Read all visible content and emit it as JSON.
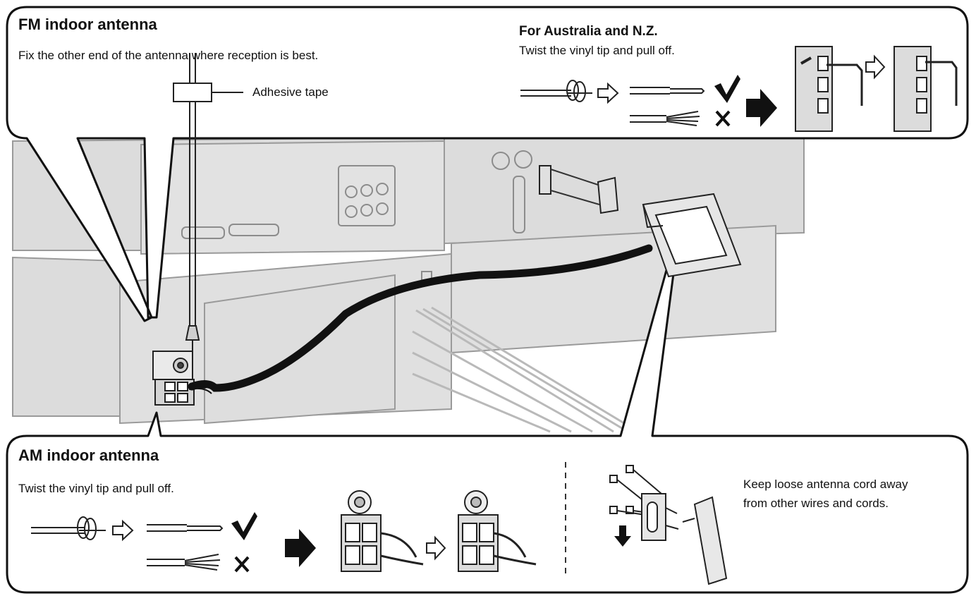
{
  "fm_panel": {
    "title": "FM indoor antenna",
    "instruction": "Fix the other end of the antenna where reception is best.",
    "tape_label": "Adhesive tape"
  },
  "au_panel": {
    "title": "For Australia and N.Z.",
    "instruction": "Twist the vinyl tip and pull off."
  },
  "am_panel": {
    "title": "AM indoor antenna",
    "instruction": "Twist the vinyl tip and pull off.",
    "cord_note_line1": "Keep loose antenna cord away",
    "cord_note_line2": "from other wires and cords."
  },
  "colors": {
    "line": "#111111",
    "unit_fill": "#dcdcdc",
    "unit_edge": "#9a9a9a"
  },
  "icons": [
    "check-icon",
    "cross-icon",
    "arrow-right-icon",
    "hollow-arrow-icon",
    "arrow-down-icon"
  ]
}
